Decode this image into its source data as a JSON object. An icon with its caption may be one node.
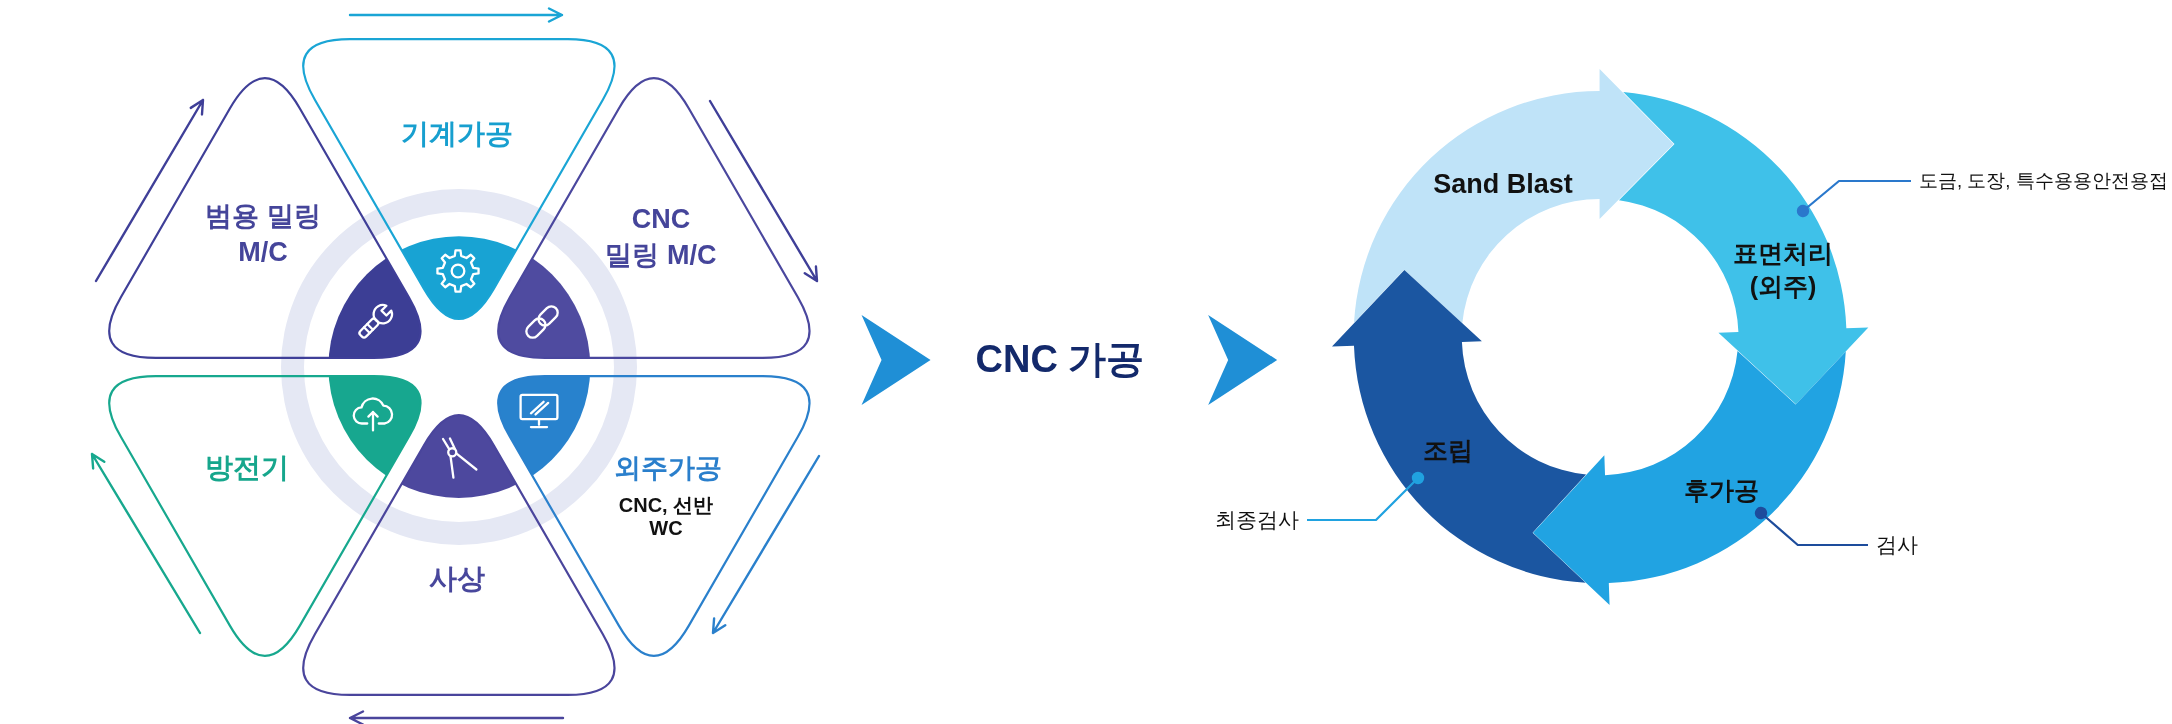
{
  "diagram": {
    "nodes": [
      {
        "text": [
          "기계가공"
        ]
      },
      {
        "text": [
          "범용 밀링 M/C"
        ]
      },
      {
        "text": [
          "CNC 밀링 M/C"
        ]
      },
      {
        "text": [
          "방전기"
        ]
      },
      {
        "text": [
          "외주가공",
          "CNC, 선반 WC"
        ]
      },
      {
        "text": [
          "사상"
        ]
      },
      {
        "text": [
          "CNC 가공"
        ]
      },
      {
        "text": [
          "Sand Blast"
        ]
      },
      {
        "text": [
          "표면처리 (외주)"
        ]
      },
      {
        "text": [
          "도금, 도장, 특수용용안전용접"
        ]
      },
      {
        "text": [
          "조립"
        ]
      },
      {
        "text": [
          "후가공"
        ]
      },
      {
        "text": [
          "최종검사"
        ]
      },
      {
        "text": [
          "검사"
        ]
      }
    ],
    "edges": [
      {
        "from": null,
        "to": 6,
        "arrow": "to"
      },
      {
        "from": 6,
        "to": 10,
        "arrow": "to"
      },
      {
        "from": 9,
        "to": 8,
        "arrow": "other",
        "color": "#2a78cc"
      },
      {
        "from": 13,
        "to": 11,
        "arrow": "other",
        "color": "#1d4c9c"
      },
      {
        "from": 12,
        "to": 10,
        "arrow": "other",
        "color": "#20a2e0"
      }
    ]
  }
}
